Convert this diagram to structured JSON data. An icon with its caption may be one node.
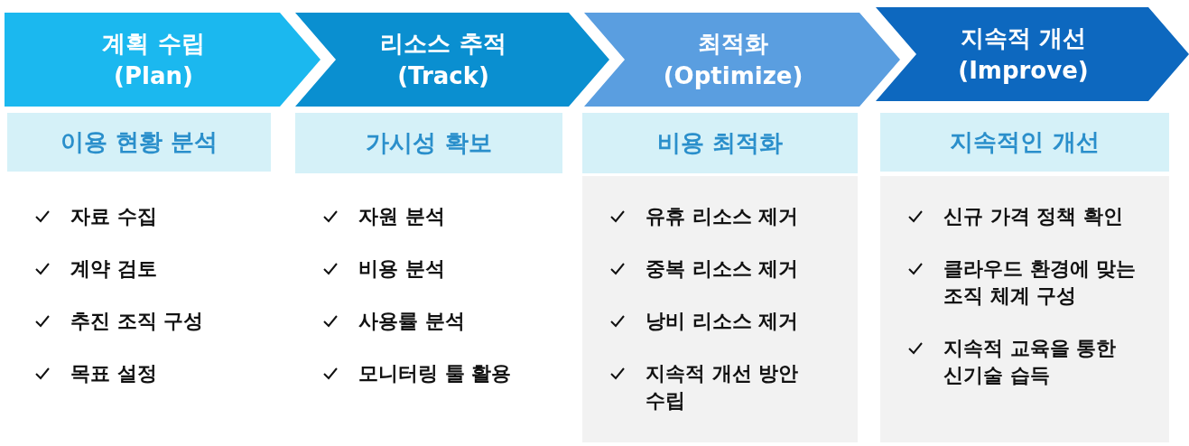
{
  "diagram": {
    "nodes": [
      {
        "text": [
          "계획 수립 (Plan)"
        ]
      },
      {
        "text": [
          "리소스 추적 (Track)"
        ]
      },
      {
        "text": [
          "최적화 (Optimize)"
        ]
      },
      {
        "text": [
          "지속적 개선 (Improve)"
        ]
      },
      {
        "text": [
          "이용 현황 분석"
        ]
      },
      {
        "text": [
          "가시성 확보"
        ]
      },
      {
        "text": [
          "비용 최적화"
        ]
      },
      {
        "text": [
          "지속적인 개선"
        ]
      },
      {
        "text": [
          "자료 수집",
          "계약 검토",
          "추진 조직 구성",
          "목표 설정"
        ]
      },
      {
        "text": [
          "자원 분석",
          "비용 분석",
          "사용률 분석",
          "모니터링 툴 활용"
        ]
      },
      {
        "text": [
          "유휴 리소스 제거",
          "중복 리소스 제거",
          "낭비 리소스 제거",
          "지속적 개선 방안 수립"
        ]
      },
      {
        "text": [
          "신규 가격 정책 확인",
          "클라우드 환경에 맞는 조직 체계 구성",
          "지속적 교육을 통한 신기술 습득"
        ]
      }
    ],
    "edges": []
  }
}
